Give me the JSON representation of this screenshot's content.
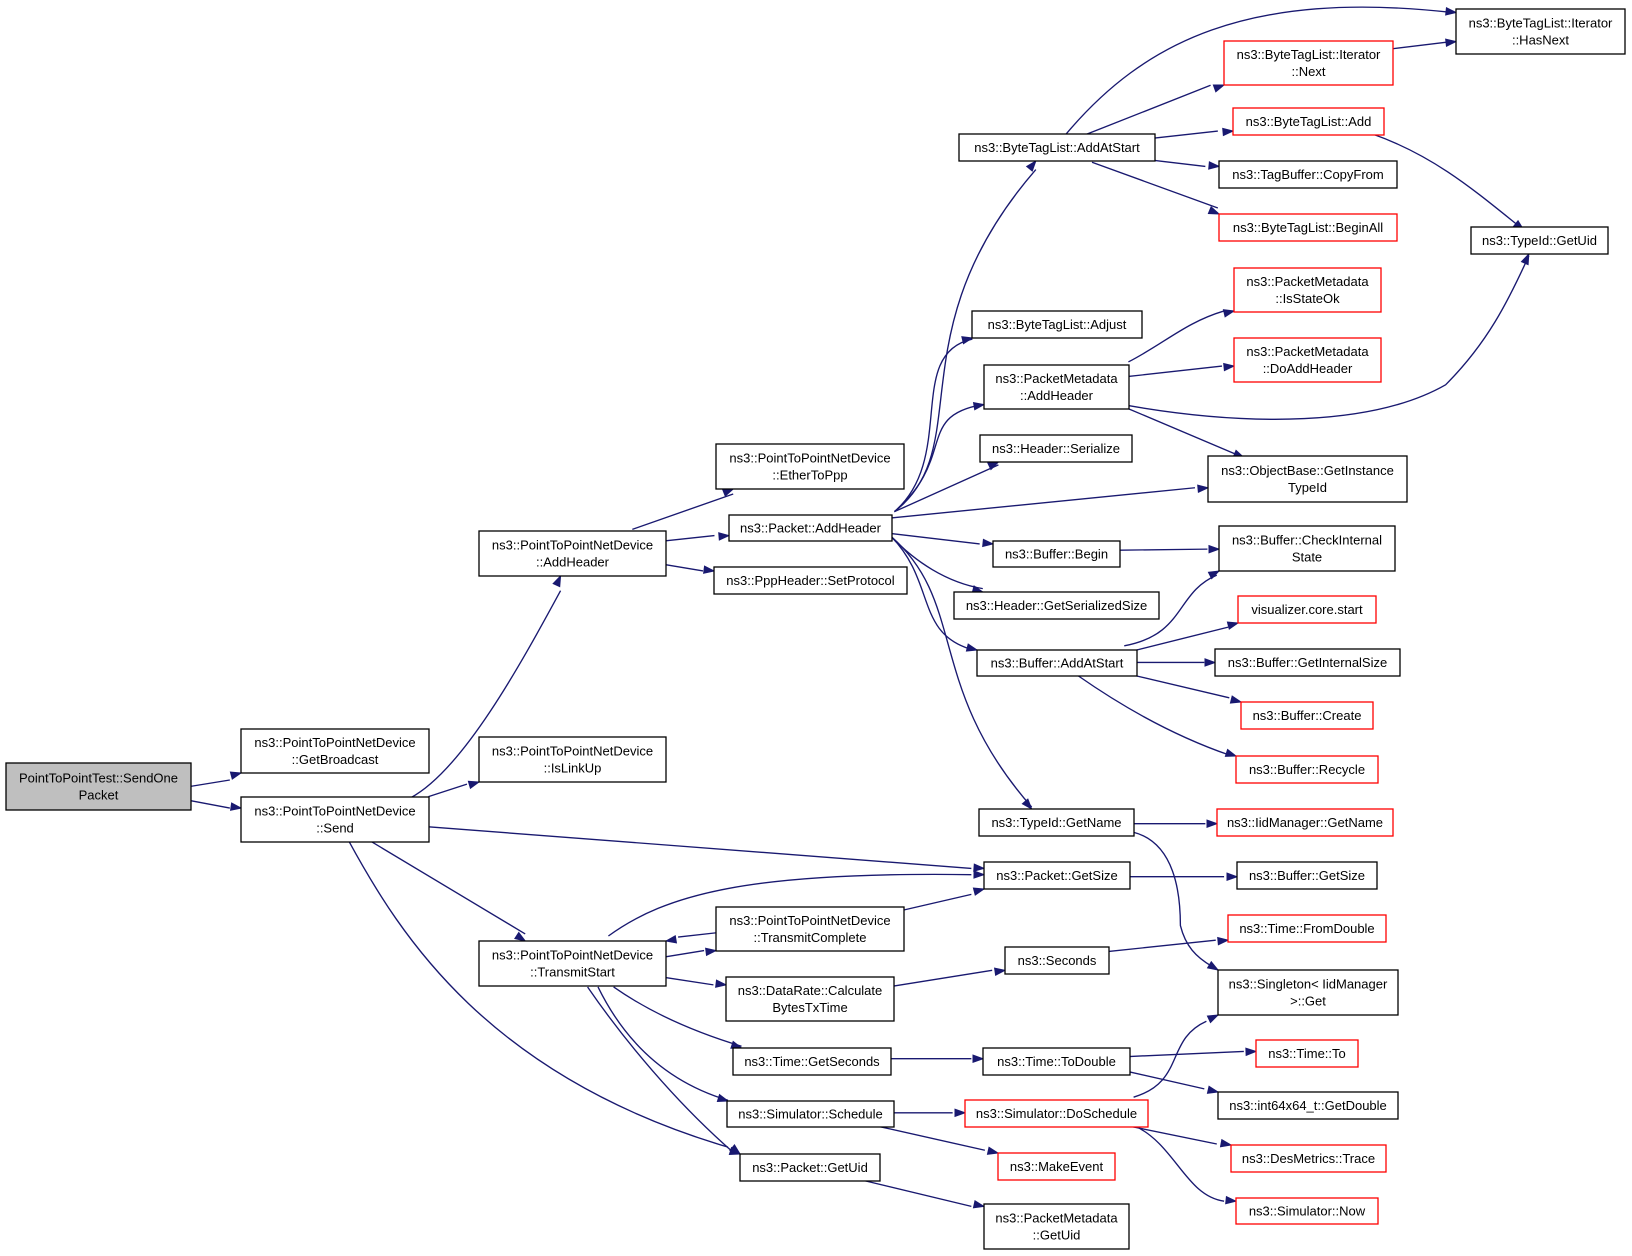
{
  "graph": {
    "kind": "call-graph",
    "nodes": [
      {
        "id": "root",
        "lines": [
          "PointToPointTest::SendOne",
          "Packet"
        ],
        "style": "root"
      },
      {
        "id": "getBroadcast",
        "lines": [
          "ns3::PointToPointNetDevice",
          "::GetBroadcast"
        ],
        "style": "black"
      },
      {
        "id": "send",
        "lines": [
          "ns3::PointToPointNetDevice",
          "::Send"
        ],
        "style": "black"
      },
      {
        "id": "p2pAddHeader",
        "lines": [
          "ns3::PointToPointNetDevice",
          "::AddHeader"
        ],
        "style": "black"
      },
      {
        "id": "isLinkUp",
        "lines": [
          "ns3::PointToPointNetDevice",
          "::IsLinkUp"
        ],
        "style": "black"
      },
      {
        "id": "transmitStart",
        "lines": [
          "ns3::PointToPointNetDevice",
          "::TransmitStart"
        ],
        "style": "black"
      },
      {
        "id": "etherToPpp",
        "lines": [
          "ns3::PointToPointNetDevice",
          "::EtherToPpp"
        ],
        "style": "black"
      },
      {
        "id": "packetAddHeader",
        "lines": [
          "ns3::Packet::AddHeader"
        ],
        "style": "black"
      },
      {
        "id": "setProtocol",
        "lines": [
          "ns3::PppHeader::SetProtocol"
        ],
        "style": "black"
      },
      {
        "id": "transmitComplete",
        "lines": [
          "ns3::PointToPointNetDevice",
          "::TransmitComplete"
        ],
        "style": "black"
      },
      {
        "id": "calcBytes",
        "lines": [
          "ns3::DataRate::Calculate",
          "BytesTxTime"
        ],
        "style": "black"
      },
      {
        "id": "getSeconds",
        "lines": [
          "ns3::Time::GetSeconds"
        ],
        "style": "black"
      },
      {
        "id": "schedule",
        "lines": [
          "ns3::Simulator::Schedule"
        ],
        "style": "black"
      },
      {
        "id": "getUid",
        "lines": [
          "ns3::Packet::GetUid"
        ],
        "style": "black"
      },
      {
        "id": "btlAddAtStart",
        "lines": [
          "ns3::ByteTagList::AddAtStart"
        ],
        "style": "black"
      },
      {
        "id": "btlAdjust",
        "lines": [
          "ns3::ByteTagList::Adjust"
        ],
        "style": "black"
      },
      {
        "id": "pmAddHeader",
        "lines": [
          "ns3::PacketMetadata",
          "::AddHeader"
        ],
        "style": "black"
      },
      {
        "id": "headerSerialize",
        "lines": [
          "ns3::Header::Serialize"
        ],
        "style": "black"
      },
      {
        "id": "bufferBegin",
        "lines": [
          "ns3::Buffer::Begin"
        ],
        "style": "black"
      },
      {
        "id": "headerGetSize",
        "lines": [
          "ns3::Header::GetSerializedSize"
        ],
        "style": "black"
      },
      {
        "id": "bufferAddAtStart",
        "lines": [
          "ns3::Buffer::AddAtStart"
        ],
        "style": "black"
      },
      {
        "id": "typeIdGetName",
        "lines": [
          "ns3::TypeId::GetName"
        ],
        "style": "black"
      },
      {
        "id": "packetGetSize",
        "lines": [
          "ns3::Packet::GetSize"
        ],
        "style": "black"
      },
      {
        "id": "seconds",
        "lines": [
          "ns3::Seconds"
        ],
        "style": "black"
      },
      {
        "id": "timeToDouble",
        "lines": [
          "ns3::Time::ToDouble"
        ],
        "style": "black"
      },
      {
        "id": "doSchedule",
        "lines": [
          "ns3::Simulator::DoSchedule"
        ],
        "style": "red"
      },
      {
        "id": "makeEvent",
        "lines": [
          "ns3::MakeEvent"
        ],
        "style": "red"
      },
      {
        "id": "pmGetUid",
        "lines": [
          "ns3::PacketMetadata",
          "::GetUid"
        ],
        "style": "black"
      },
      {
        "id": "iterHasNext",
        "lines": [
          "ns3::ByteTagList::Iterator",
          "::HasNext"
        ],
        "style": "black"
      },
      {
        "id": "iterNext",
        "lines": [
          "ns3::ByteTagList::Iterator",
          "::Next"
        ],
        "style": "red"
      },
      {
        "id": "btlAdd",
        "lines": [
          "ns3::ByteTagList::Add"
        ],
        "style": "red"
      },
      {
        "id": "tagCopyFrom",
        "lines": [
          "ns3::TagBuffer::CopyFrom"
        ],
        "style": "black"
      },
      {
        "id": "btlBeginAll",
        "lines": [
          "ns3::ByteTagList::BeginAll"
        ],
        "style": "red"
      },
      {
        "id": "typeIdGetUid",
        "lines": [
          "ns3::TypeId::GetUid"
        ],
        "style": "black"
      },
      {
        "id": "pmIsStateOk",
        "lines": [
          "ns3::PacketMetadata",
          "::IsStateOk"
        ],
        "style": "red"
      },
      {
        "id": "pmDoAddHeader",
        "lines": [
          "ns3::PacketMetadata",
          "::DoAddHeader"
        ],
        "style": "red"
      },
      {
        "id": "objGetInstance",
        "lines": [
          "ns3::ObjectBase::GetInstance",
          "TypeId"
        ],
        "style": "black"
      },
      {
        "id": "bufCheckInternal",
        "lines": [
          "ns3::Buffer::CheckInternal",
          "State"
        ],
        "style": "black"
      },
      {
        "id": "vizStart",
        "lines": [
          "visualizer.core.start"
        ],
        "style": "red"
      },
      {
        "id": "bufGetInternalSize",
        "lines": [
          "ns3::Buffer::GetInternalSize"
        ],
        "style": "black"
      },
      {
        "id": "bufCreate",
        "lines": [
          "ns3::Buffer::Create"
        ],
        "style": "red"
      },
      {
        "id": "bufRecycle",
        "lines": [
          "ns3::Buffer::Recycle"
        ],
        "style": "red"
      },
      {
        "id": "iidGetName",
        "lines": [
          "ns3::IidManager::GetName"
        ],
        "style": "red"
      },
      {
        "id": "bufGetSize",
        "lines": [
          "ns3::Buffer::GetSize"
        ],
        "style": "black"
      },
      {
        "id": "timeFromDouble",
        "lines": [
          "ns3::Time::FromDouble"
        ],
        "style": "red"
      },
      {
        "id": "singletonGet",
        "lines": [
          "ns3::Singleton< IidManager",
          " >::Get"
        ],
        "style": "black"
      },
      {
        "id": "timeTo",
        "lines": [
          "ns3::Time::To"
        ],
        "style": "red"
      },
      {
        "id": "int64GetDouble",
        "lines": [
          "ns3::int64x64_t::GetDouble"
        ],
        "style": "black"
      },
      {
        "id": "desTrace",
        "lines": [
          "ns3::DesMetrics::Trace"
        ],
        "style": "red"
      },
      {
        "id": "simNow",
        "lines": [
          "ns3::Simulator::Now"
        ],
        "style": "red"
      }
    ],
    "edges": [
      [
        "root",
        "getBroadcast"
      ],
      [
        "root",
        "send"
      ],
      [
        "send",
        "p2pAddHeader"
      ],
      [
        "send",
        "isLinkUp"
      ],
      [
        "send",
        "packetGetSize"
      ],
      [
        "send",
        "transmitStart"
      ],
      [
        "send",
        "getUid"
      ],
      [
        "p2pAddHeader",
        "etherToPpp"
      ],
      [
        "p2pAddHeader",
        "packetAddHeader"
      ],
      [
        "p2pAddHeader",
        "setProtocol"
      ],
      [
        "packetAddHeader",
        "btlAddAtStart"
      ],
      [
        "packetAddHeader",
        "btlAdjust"
      ],
      [
        "packetAddHeader",
        "pmAddHeader"
      ],
      [
        "packetAddHeader",
        "headerSerialize"
      ],
      [
        "packetAddHeader",
        "objGetInstance"
      ],
      [
        "packetAddHeader",
        "bufferBegin"
      ],
      [
        "packetAddHeader",
        "headerGetSize"
      ],
      [
        "packetAddHeader",
        "bufferAddAtStart"
      ],
      [
        "packetAddHeader",
        "typeIdGetName"
      ],
      [
        "btlAddAtStart",
        "iterHasNext"
      ],
      [
        "btlAddAtStart",
        "iterNext"
      ],
      [
        "btlAddAtStart",
        "btlAdd"
      ],
      [
        "btlAddAtStart",
        "tagCopyFrom"
      ],
      [
        "btlAddAtStart",
        "btlBeginAll"
      ],
      [
        "iterNext",
        "iterHasNext"
      ],
      [
        "btlAdd",
        "typeIdGetUid"
      ],
      [
        "pmAddHeader",
        "pmIsStateOk"
      ],
      [
        "pmAddHeader",
        "pmDoAddHeader"
      ],
      [
        "pmAddHeader",
        "typeIdGetUid"
      ],
      [
        "pmAddHeader",
        "objGetInstance"
      ],
      [
        "bufferBegin",
        "bufCheckInternal"
      ],
      [
        "bufferAddAtStart",
        "bufCheckInternal"
      ],
      [
        "bufferAddAtStart",
        "vizStart"
      ],
      [
        "bufferAddAtStart",
        "bufGetInternalSize"
      ],
      [
        "bufferAddAtStart",
        "bufCreate"
      ],
      [
        "bufferAddAtStart",
        "bufRecycle"
      ],
      [
        "typeIdGetName",
        "iidGetName"
      ],
      [
        "typeIdGetName",
        "singletonGet"
      ],
      [
        "packetGetSize",
        "bufGetSize"
      ],
      [
        "transmitStart",
        "packetGetSize"
      ],
      [
        "transmitStart",
        "transmitComplete"
      ],
      [
        "transmitStart",
        "calcBytes"
      ],
      [
        "transmitStart",
        "getSeconds"
      ],
      [
        "transmitStart",
        "schedule"
      ],
      [
        "transmitStart",
        "getUid"
      ],
      [
        "transmitComplete",
        "transmitStart"
      ],
      [
        "transmitComplete",
        "packetGetSize"
      ],
      [
        "calcBytes",
        "seconds"
      ],
      [
        "seconds",
        "timeFromDouble"
      ],
      [
        "getSeconds",
        "timeToDouble"
      ],
      [
        "timeToDouble",
        "timeTo"
      ],
      [
        "timeToDouble",
        "int64GetDouble"
      ],
      [
        "schedule",
        "doSchedule"
      ],
      [
        "schedule",
        "makeEvent"
      ],
      [
        "doSchedule",
        "singletonGet"
      ],
      [
        "doSchedule",
        "desTrace"
      ],
      [
        "doSchedule",
        "simNow"
      ],
      [
        "getUid",
        "pmGetUid"
      ]
    ]
  },
  "colors": {
    "edge": "#191970",
    "border_default": "#000000",
    "border_red": "#ff0000",
    "root_fill": "#bfbfbf"
  }
}
